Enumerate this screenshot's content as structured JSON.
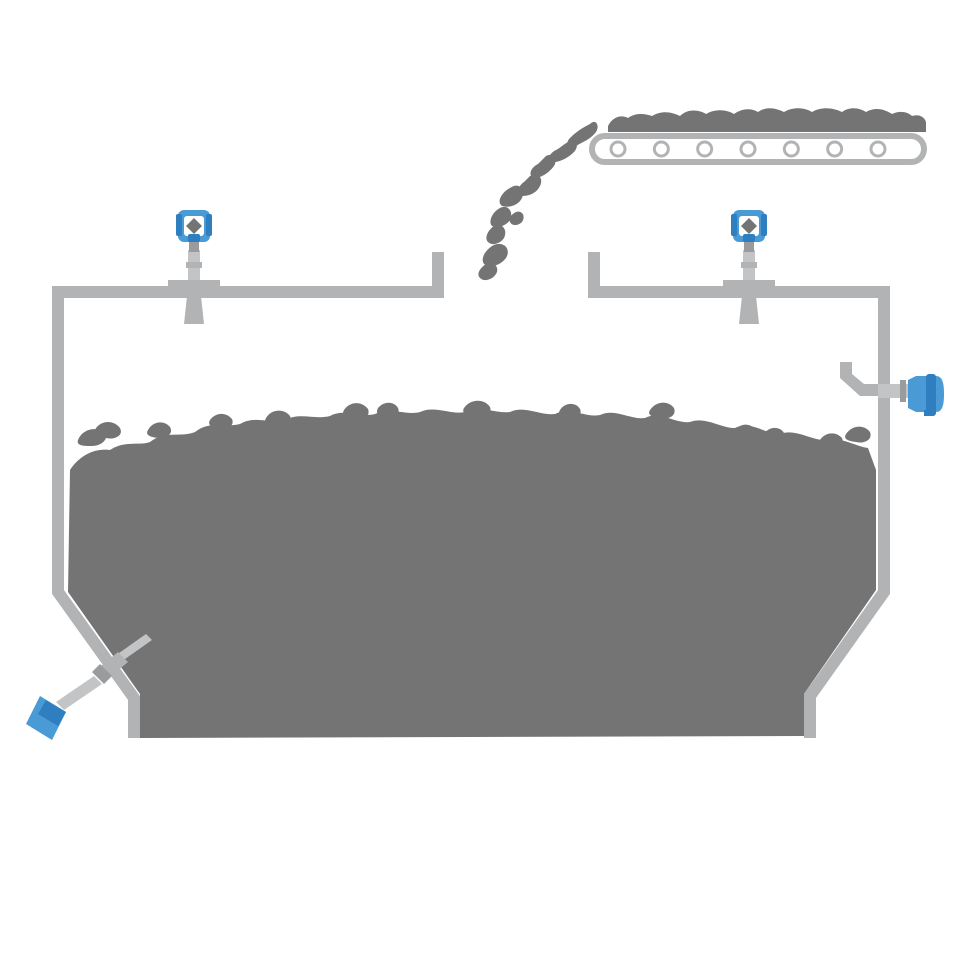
{
  "scene": "bulk-solids-silo-level-measurement",
  "colors": {
    "background": "#ffffff",
    "vessel_wall": "#b2b3b5",
    "material": "#747474",
    "instrument_blue": "#4a9ad6",
    "instrument_blue_dark": "#2f7fc0",
    "instrument_stem": "#c3c4c6"
  },
  "elements": {
    "silo": {
      "name": "silo-vessel",
      "interactable": false
    },
    "material": {
      "name": "bulk-material-fill",
      "interactable": false
    },
    "conveyor": {
      "name": "belt-conveyor",
      "interactable": false
    },
    "falling_material": {
      "name": "falling-material-stream",
      "interactable": false
    },
    "radar_left": {
      "name": "radar-level-transmitter-left",
      "interactable": false
    },
    "radar_right": {
      "name": "radar-level-transmitter-right",
      "interactable": false
    },
    "side_switch": {
      "name": "point-level-switch-side",
      "interactable": false
    },
    "cone_switch": {
      "name": "point-level-switch-cone",
      "interactable": false
    }
  },
  "conveyor": {
    "roller_count": 7
  },
  "level": {
    "fill_fraction": 0.62
  }
}
